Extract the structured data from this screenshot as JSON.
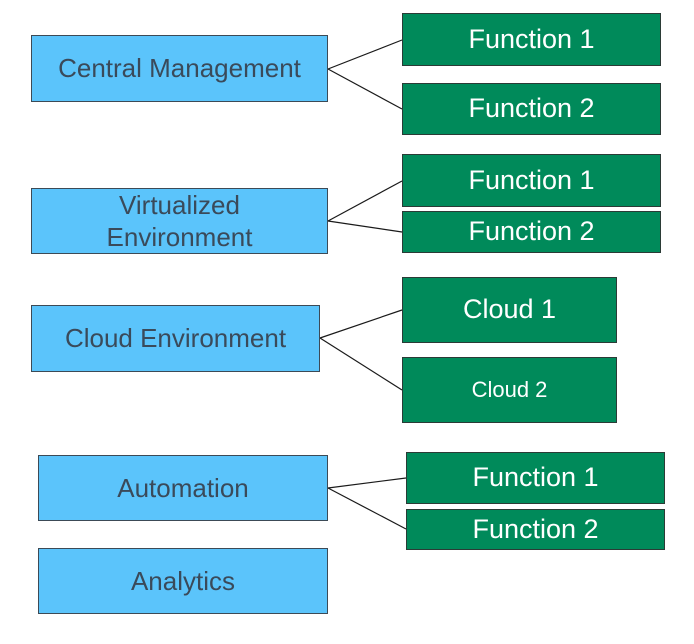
{
  "diagram": {
    "groups": [
      {
        "label": "Central Management",
        "items": [
          "Function 1",
          "Function 2"
        ]
      },
      {
        "label": "Virtualized Environment",
        "items": [
          "Function 1",
          "Function 2"
        ]
      },
      {
        "label": "Cloud Environment",
        "items": [
          "Cloud 1",
          "Cloud 2"
        ]
      },
      {
        "label": "Automation",
        "items": [
          "Function 1",
          "Function 2"
        ]
      },
      {
        "label": "Analytics",
        "items": []
      }
    ],
    "colors": {
      "category_fill": "#5bc4fb",
      "category_text": "#3a4a5a",
      "function_fill": "#008a5a",
      "function_text": "#ffffff",
      "connector": "#1a1a1a"
    }
  }
}
